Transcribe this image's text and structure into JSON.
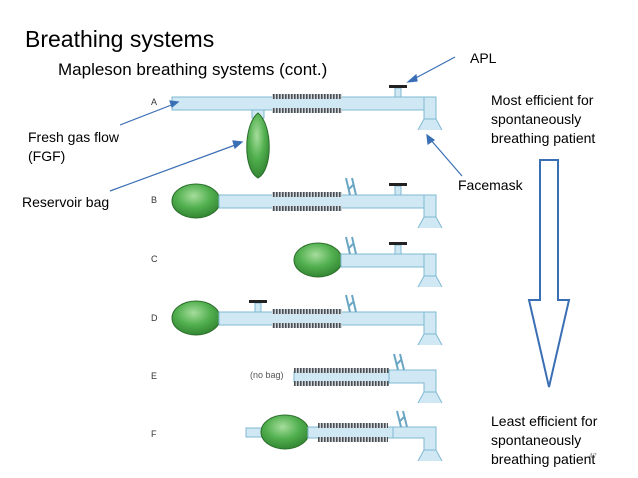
{
  "title": "Breathing systems",
  "subtitle": "Mapleson breathing systems (cont.)",
  "labels": {
    "apl": "APL",
    "fgf_line1": "Fresh gas flow",
    "fgf_line2": "(FGF)",
    "reservoir_bag": "Reservoir bag",
    "facemask": "Facemask"
  },
  "efficiency": {
    "top_line1": "Most efficient for",
    "top_line2": "spontaneously",
    "top_line3": "breathing patient",
    "bottom_line1": "Least efficient for",
    "bottom_line2": "spontaneously",
    "bottom_line3": "breathing patient"
  },
  "systems": [
    "A",
    "B",
    "C",
    "D",
    "E",
    "F"
  ],
  "no_bag_label": "(no bag)",
  "page_number": "47",
  "colors": {
    "tube": "#cfe8f3",
    "tube_stroke": "#7fb8d3",
    "bag": "#3f9d3f",
    "bag_highlight": "#8fd08a",
    "arrow": "#3a6fb5"
  }
}
